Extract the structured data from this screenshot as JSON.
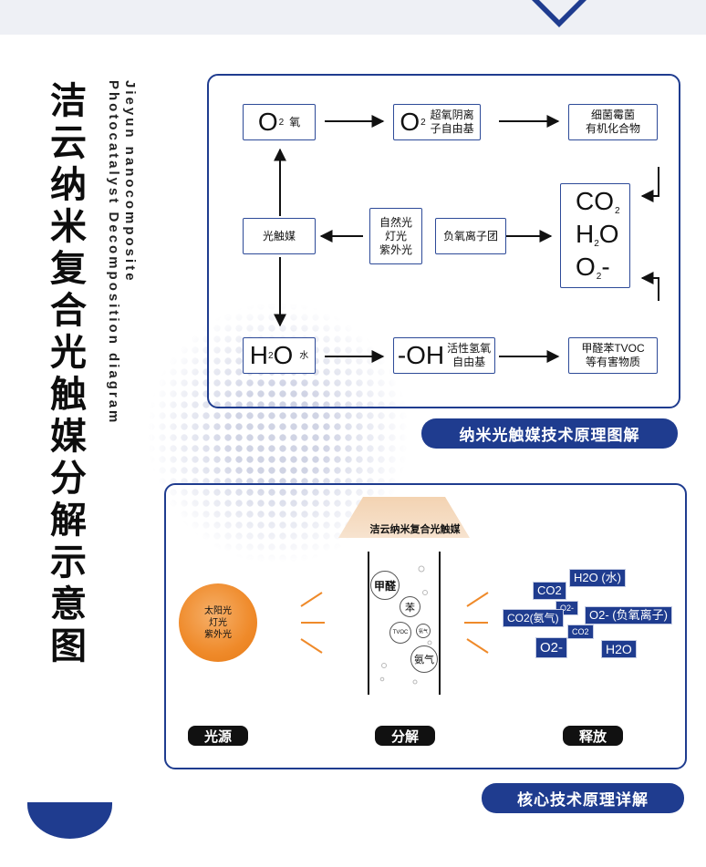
{
  "title_cn": [
    "洁",
    "云",
    "纳",
    "米",
    "复",
    "合",
    "光",
    "触",
    "媒",
    "分",
    "解",
    "示",
    "意",
    "图"
  ],
  "title_en": [
    "Jieyun nanocomposite",
    "Photocatalyst Decomposition diagram"
  ],
  "diagram": {
    "o2": {
      "main": "O",
      "sub": "2",
      "note": "氧"
    },
    "o2_radical": {
      "main": "O",
      "sub": "2",
      "note_line1": "超氧阴离",
      "note_line2": "子自由基"
    },
    "bacteria": {
      "line1": "细菌霉菌",
      "line2": "有机化合物"
    },
    "catalyst": "光触媒",
    "light": {
      "line1": "自然光",
      "line2": "灯光",
      "line3": "紫外光"
    },
    "anion": "负氧离子团",
    "products": {
      "co2_main": "CO",
      "co2_sub": "2",
      "h2o_main1": "H",
      "h2o_sub": "2",
      "h2o_main2": "O",
      "o2_main": "O",
      "o2_sub": "2",
      "o2_sign": "-"
    },
    "h2o": {
      "main1": "H",
      "sub": "2",
      "main2": "O",
      "note": "水"
    },
    "oh": {
      "main": "-OH",
      "note_line1": "活性氢氧",
      "note_line2": "自由基"
    },
    "voc": {
      "line1": "甲醛苯TVOC",
      "line2": "等有害物质"
    }
  },
  "caption1": "纳米光触媒技术原理图解",
  "process": {
    "sun": {
      "line1": "太阳光",
      "line2": "灯光",
      "line3": "紫外光"
    },
    "funnel_label": "洁云纳米复合光触媒",
    "molecules": {
      "formaldehyde": "甲醛",
      "benzene": "苯",
      "tvoc": "TVOC",
      "ammonia_small": "氨气",
      "ammonia": "氨气"
    },
    "released": {
      "co2_a": "CO2",
      "h2o_water": "H2O (水)",
      "o2_small": "O2-",
      "co2_ammonia": "CO2(氨气)",
      "o2_anion": "O2- (负氧离子)",
      "co2_b": "CO2",
      "o2_big": "O2-",
      "h2o": "H2O"
    },
    "pills": {
      "source": "光源",
      "decompose": "分解",
      "release": "释放"
    }
  },
  "caption2": "核心技术原理详解",
  "colors": {
    "navy": "#1f3c8f",
    "orange": "#ef8a2a",
    "topbar": "#eef0f5"
  }
}
